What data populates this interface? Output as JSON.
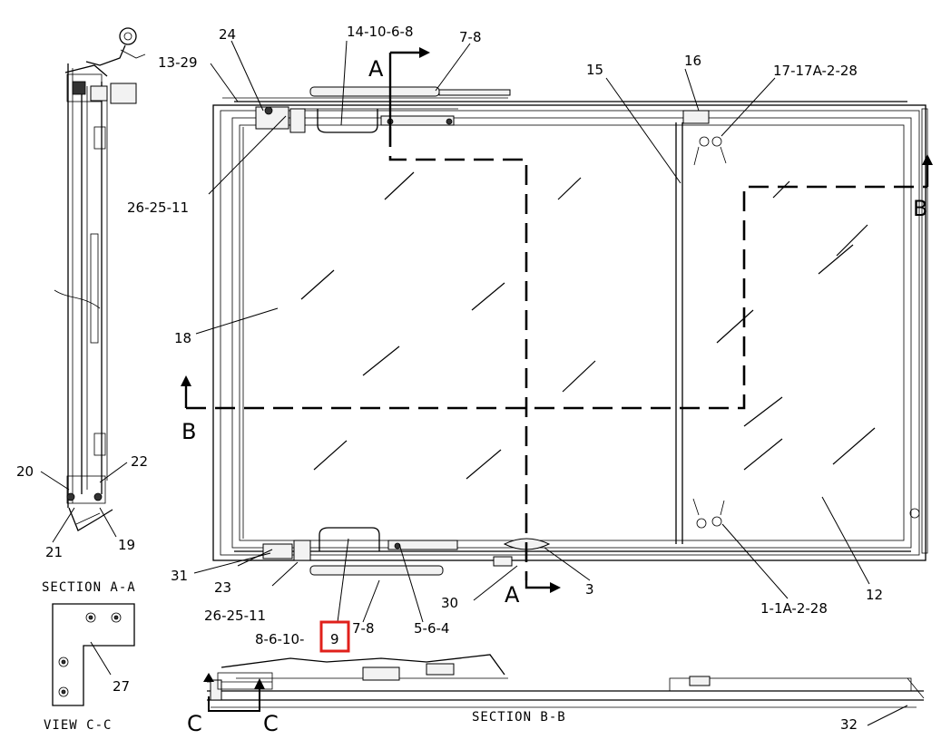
{
  "diagram": {
    "callouts": {
      "c24": "24",
      "c14_10_6_8": "14-10-6-8",
      "c7_8_top": "7-8",
      "c13_29": "13-29",
      "c15": "15",
      "c16": "16",
      "c17": "17-17A-2-28",
      "c26_top": "26-25-11",
      "c18": "18",
      "c20": "20",
      "c22": "22",
      "c21": "21",
      "c19": "19",
      "c31": "31",
      "c23": "23",
      "c26_bottom": "26-25-11",
      "c8_prefix": "8-6-10-",
      "c9_highlight": "9",
      "c7_8_bottom": "7-8",
      "c5_6_4": "5-6-4",
      "c30": "30",
      "c3": "3",
      "c1": "1-1A-2-28",
      "c12": "12",
      "c27": "27",
      "c32": "32"
    },
    "section_markers": {
      "a_top": "A",
      "a_bottom": "A",
      "b_left": "B",
      "b_right": "B",
      "c_left": "C",
      "c_right": "C"
    },
    "section_titles": {
      "section_aa": "SECTION A-A",
      "section_bb": "SECTION B-B",
      "view_cc": "VIEW C-C"
    },
    "highlight_color": "#e0201b"
  }
}
